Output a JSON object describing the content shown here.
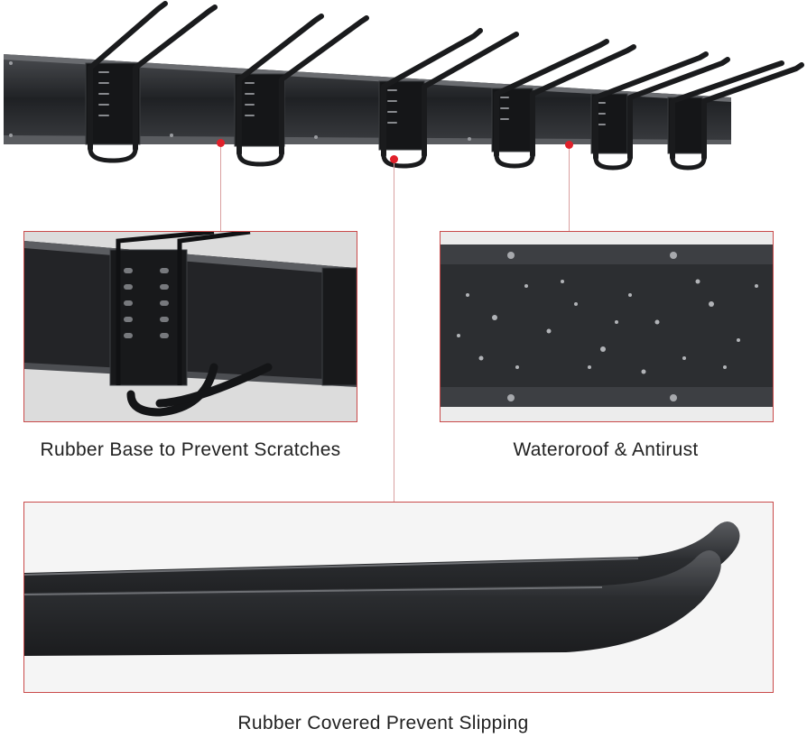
{
  "captions": {
    "rubber_base": "Rubber Base to Prevent Scratches",
    "waterproof": "Wateroroof & Antirust",
    "rubber_covered": "Rubber Covered Prevent Slipping"
  },
  "colors": {
    "accent": "#e0202a",
    "frame": "#c94a4a",
    "metal": "#2b2d30",
    "text": "#222222"
  },
  "icons": {
    "callout_marker": "red-dot"
  }
}
